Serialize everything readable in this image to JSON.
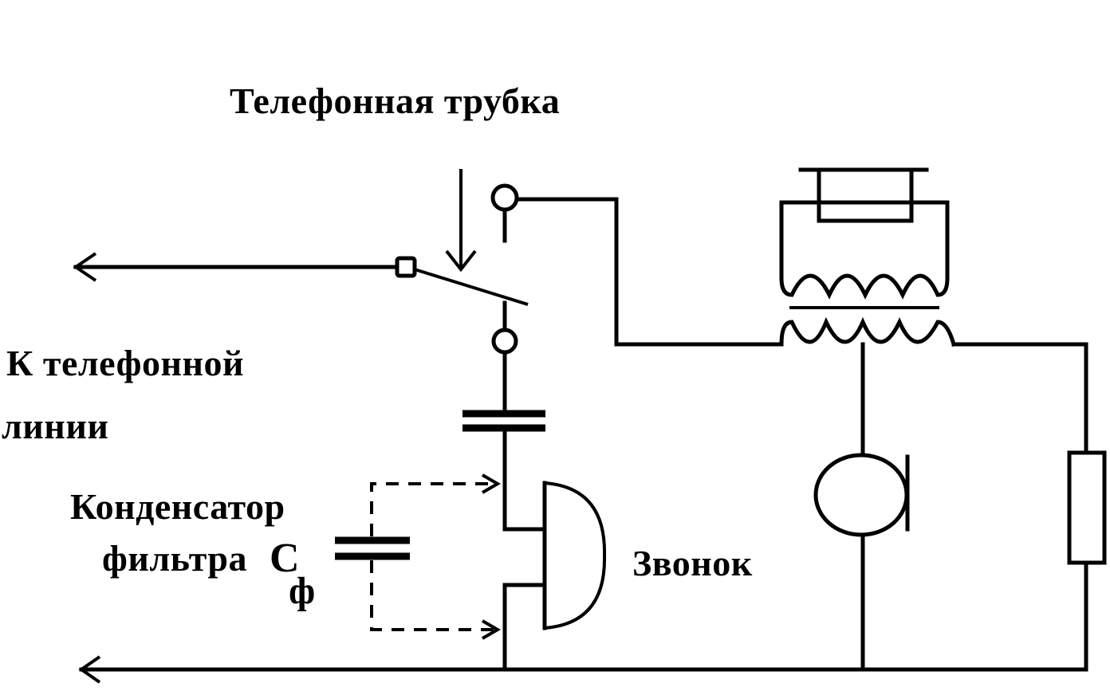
{
  "labels": {
    "handset": "Телефонная трубка",
    "line_1": "К телефонной",
    "line_2": "линии",
    "capacitor_1": "Конденсатор",
    "capacitor_2": "фильтра",
    "capacitor_symbol": "С",
    "capacitor_subscript": "ф",
    "bell": "Звонок"
  }
}
